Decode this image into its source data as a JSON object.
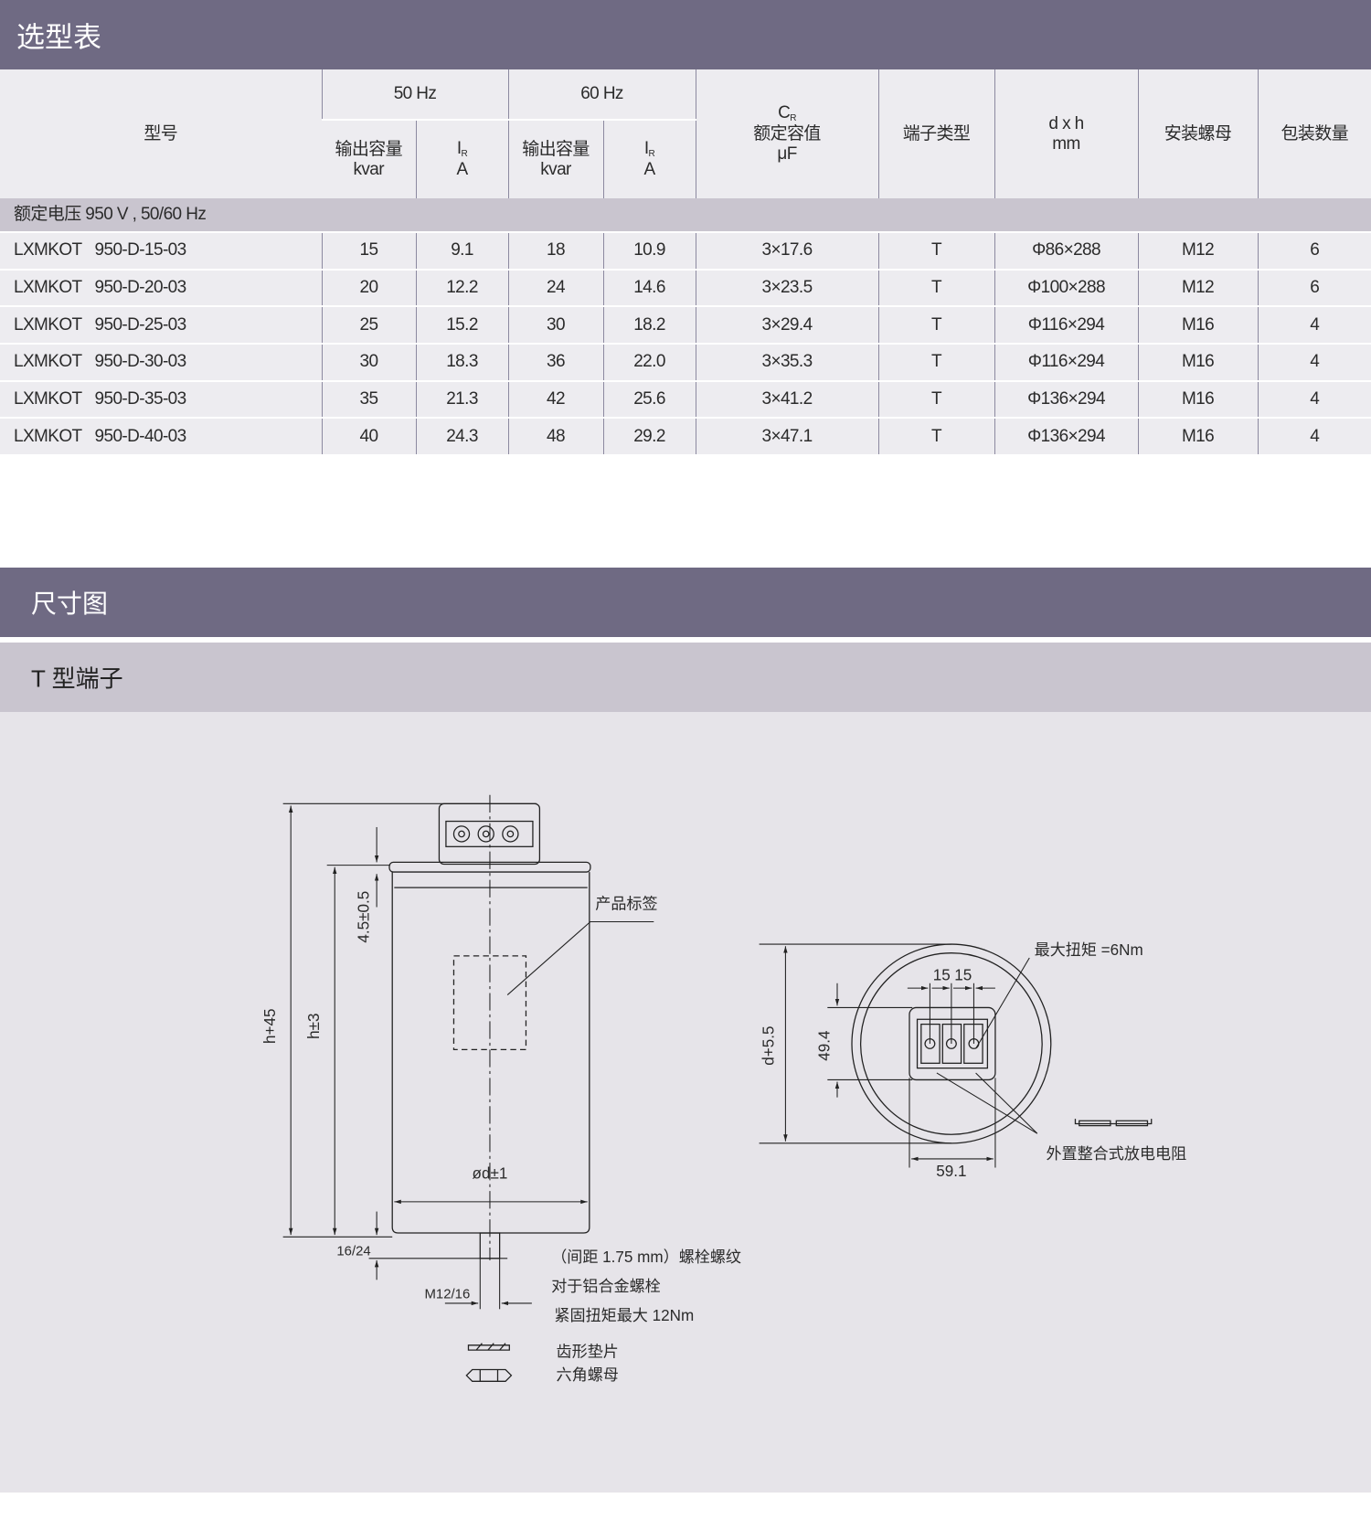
{
  "selection_table": {
    "title": "选型表",
    "headers": {
      "model": "型号",
      "hz50": "50 Hz",
      "hz60": "60 Hz",
      "output": "输出容量",
      "output_unit": "kvar",
      "ir_main": "I",
      "ir_sub": "R",
      "ir_unit": "A",
      "cr_main": "C",
      "cr_sub": "R",
      "cr_label": "额定容值",
      "cr_unit": "μF",
      "terminal": "端子类型",
      "dxh": "d x h",
      "dxh_unit": "mm",
      "nut": "安装螺母",
      "pack": "包装数量"
    },
    "group_label": "额定电压 950 V , 50/60 Hz",
    "rows": [
      {
        "prefix": "LXMKOT",
        "code": "950-D-15-03",
        "kvar50": "15",
        "ir50": "9.1",
        "kvar60": "18",
        "ir60": "10.9",
        "cr": "3×17.6",
        "terminal": "T",
        "dxh": "Φ86×288",
        "nut": "M12",
        "pack": "6"
      },
      {
        "prefix": "LXMKOT",
        "code": "950-D-20-03",
        "kvar50": "20",
        "ir50": "12.2",
        "kvar60": "24",
        "ir60": "14.6",
        "cr": "3×23.5",
        "terminal": "T",
        "dxh": "Φ100×288",
        "nut": "M12",
        "pack": "6"
      },
      {
        "prefix": "LXMKOT",
        "code": "950-D-25-03",
        "kvar50": "25",
        "ir50": "15.2",
        "kvar60": "30",
        "ir60": "18.2",
        "cr": "3×29.4",
        "terminal": "T",
        "dxh": "Φ116×294",
        "nut": "M16",
        "pack": "4"
      },
      {
        "prefix": "LXMKOT",
        "code": "950-D-30-03",
        "kvar50": "30",
        "ir50": "18.3",
        "kvar60": "36",
        "ir60": "22.0",
        "cr": "3×35.3",
        "terminal": "T",
        "dxh": "Φ116×294",
        "nut": "M16",
        "pack": "4"
      },
      {
        "prefix": "LXMKOT",
        "code": "950-D-35-03",
        "kvar50": "35",
        "ir50": "21.3",
        "kvar60": "42",
        "ir60": "25.6",
        "cr": "3×41.2",
        "terminal": "T",
        "dxh": "Φ136×294",
        "nut": "M16",
        "pack": "4"
      },
      {
        "prefix": "LXMKOT",
        "code": "950-D-40-03",
        "kvar50": "40",
        "ir50": "24.3",
        "kvar60": "48",
        "ir60": "29.2",
        "cr": "3×47.1",
        "terminal": "T",
        "dxh": "Φ136×294",
        "nut": "M16",
        "pack": "4"
      }
    ]
  },
  "dimensions": {
    "title": "尺寸图",
    "subtitle": "T 型端子",
    "side_view": {
      "label_tag": "产品标签",
      "h_plus": "h+45",
      "h_tol": "h±3",
      "lid": "4.5±0.5",
      "diameter": "ød±1",
      "stud_len": "16/24",
      "stud": "M12/16",
      "note1": "（间距 1.75 mm）螺栓螺纹",
      "note2": "对于铝合金螺栓",
      "note3": "紧固扭矩最大 12Nm",
      "washer": "齿形垫片",
      "nut": "六角螺母"
    },
    "top_view": {
      "torque": "最大扭矩 =6Nm",
      "pitch1": "15",
      "pitch2": "15",
      "height": "49.4",
      "width": "59.1",
      "outer": "d+5.5",
      "resistor": "外置整合式放电电阻"
    }
  }
}
